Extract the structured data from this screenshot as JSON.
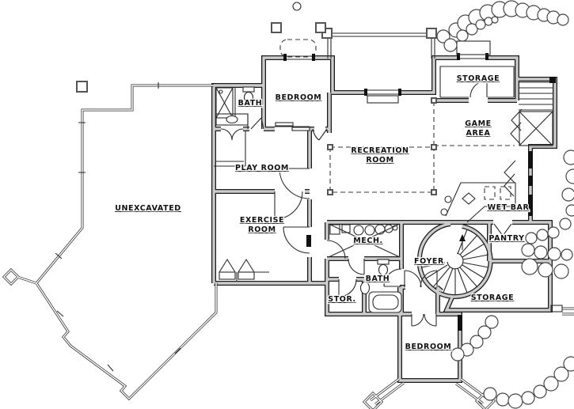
{
  "floor_plan": {
    "rooms": {
      "unexcavated": "UNEXCAVATED",
      "bath_upper": "BATH",
      "bedroom_upper": "BEDROOM",
      "play_room": "PLAY ROOM",
      "exercise_room_line1": "EXERCISE",
      "exercise_room_line2": "ROOM",
      "recreation_room_line1": "RECREATION",
      "recreation_room_line2": "ROOM",
      "storage_upper": "STORAGE",
      "game_area_line1": "GAME",
      "game_area_line2": "AREA",
      "wet_bar": "WET BAR",
      "pantry": "PANTRY",
      "foyer": "FOYER",
      "mech_room": "MECH.",
      "bath_lower": "BATH",
      "stor_closet": "STOR.",
      "storage_lower": "STORAGE",
      "bedroom_lower": "BEDROOM"
    },
    "colors": {
      "background": "#ffffff",
      "line": "#1c1c1c",
      "wall_fill": "#cccccc"
    }
  }
}
